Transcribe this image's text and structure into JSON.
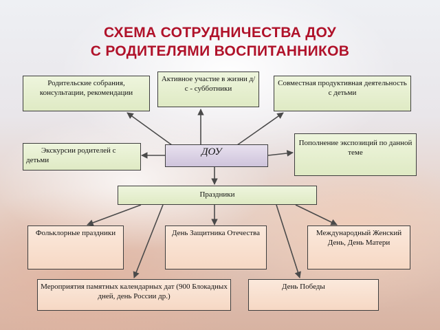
{
  "title": {
    "line1": "СХЕМА СОТРУДНИЧЕСТВА ДОУ",
    "line2": "С РОДИТЕЛЯМИ ВОСПИТАННИКОВ"
  },
  "nodes": {
    "meetings": "Родительские собрания, консультации, рекомендации",
    "active": "Активное участие в жизни д/с - субботники",
    "joint": "Совместная продуктивная деятельность с детьми",
    "excursions": "Экскурсии родителей с детьми",
    "dou": "ДОУ",
    "exposition": "Пополнение экспозиций по данной теме",
    "holidays": "Праздники",
    "folklore": "Фольклорные праздники",
    "defender": "День Защитника Отечества",
    "women": "Международный Женский День, День Матери",
    "memorial": "Мероприятия памятных календарных дат (900 Блокадных дней, день России др.)",
    "victory": "День Победы"
  },
  "colors": {
    "title": "#b0122a",
    "green_box": "#e4eecd",
    "peach_box": "#f8dfcd",
    "dou_box": "#d8cfe4",
    "arrow": "#4a4a4a"
  }
}
